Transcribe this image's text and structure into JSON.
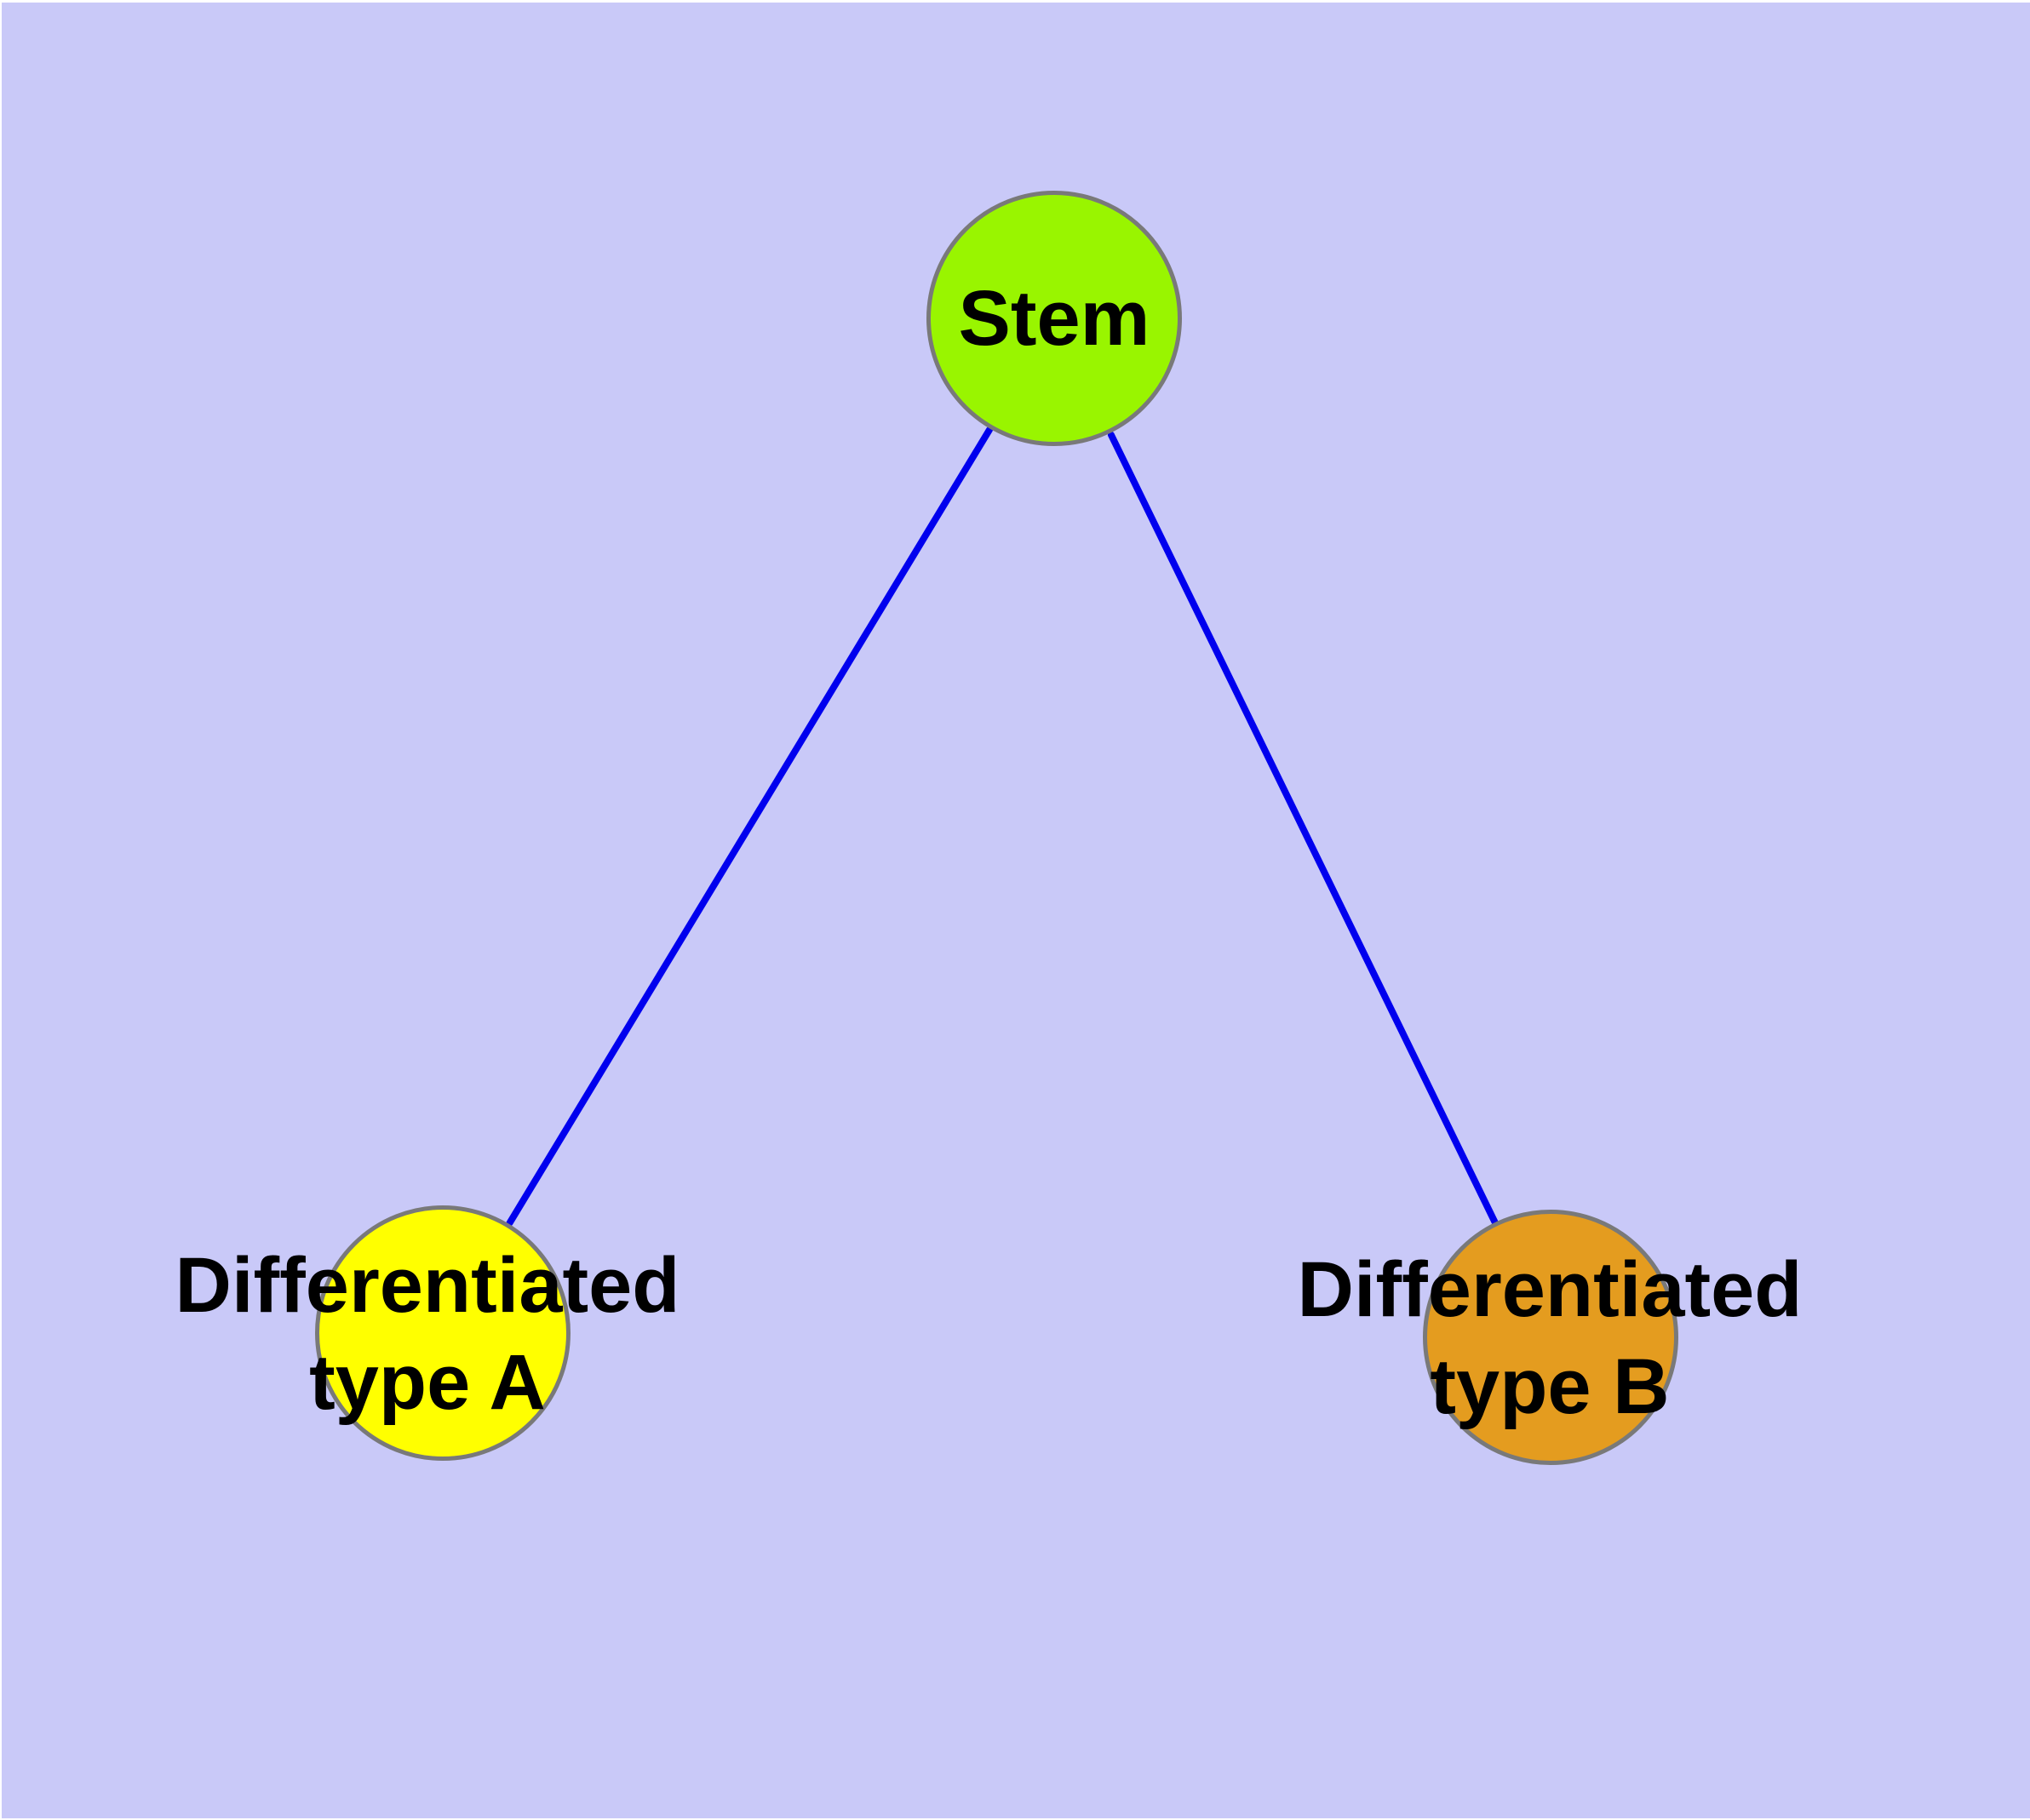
{
  "diagram": {
    "type": "graph",
    "background_color": "#c9c9f8",
    "edge_color": "#0000ee",
    "node_border_color": "#797979",
    "label_color": "#000000",
    "nodes": [
      {
        "id": "stem",
        "label": "Stem",
        "label_lines": [
          "Stem"
        ],
        "color": "#99f500",
        "position": "top-center"
      },
      {
        "id": "type-a",
        "label": "Differentiated type A",
        "label_lines": [
          "Differentiated",
          "type A"
        ],
        "color": "#ffff00",
        "position": "bottom-left"
      },
      {
        "id": "type-b",
        "label": "Differentiated type B",
        "label_lines": [
          "Differentiated",
          "type B"
        ],
        "color": "#e49c1f",
        "position": "bottom-right"
      }
    ],
    "edges": [
      {
        "from": "Stem",
        "to": "Differentiated type A"
      },
      {
        "from": "Stem",
        "to": "Differentiated type B"
      }
    ]
  }
}
